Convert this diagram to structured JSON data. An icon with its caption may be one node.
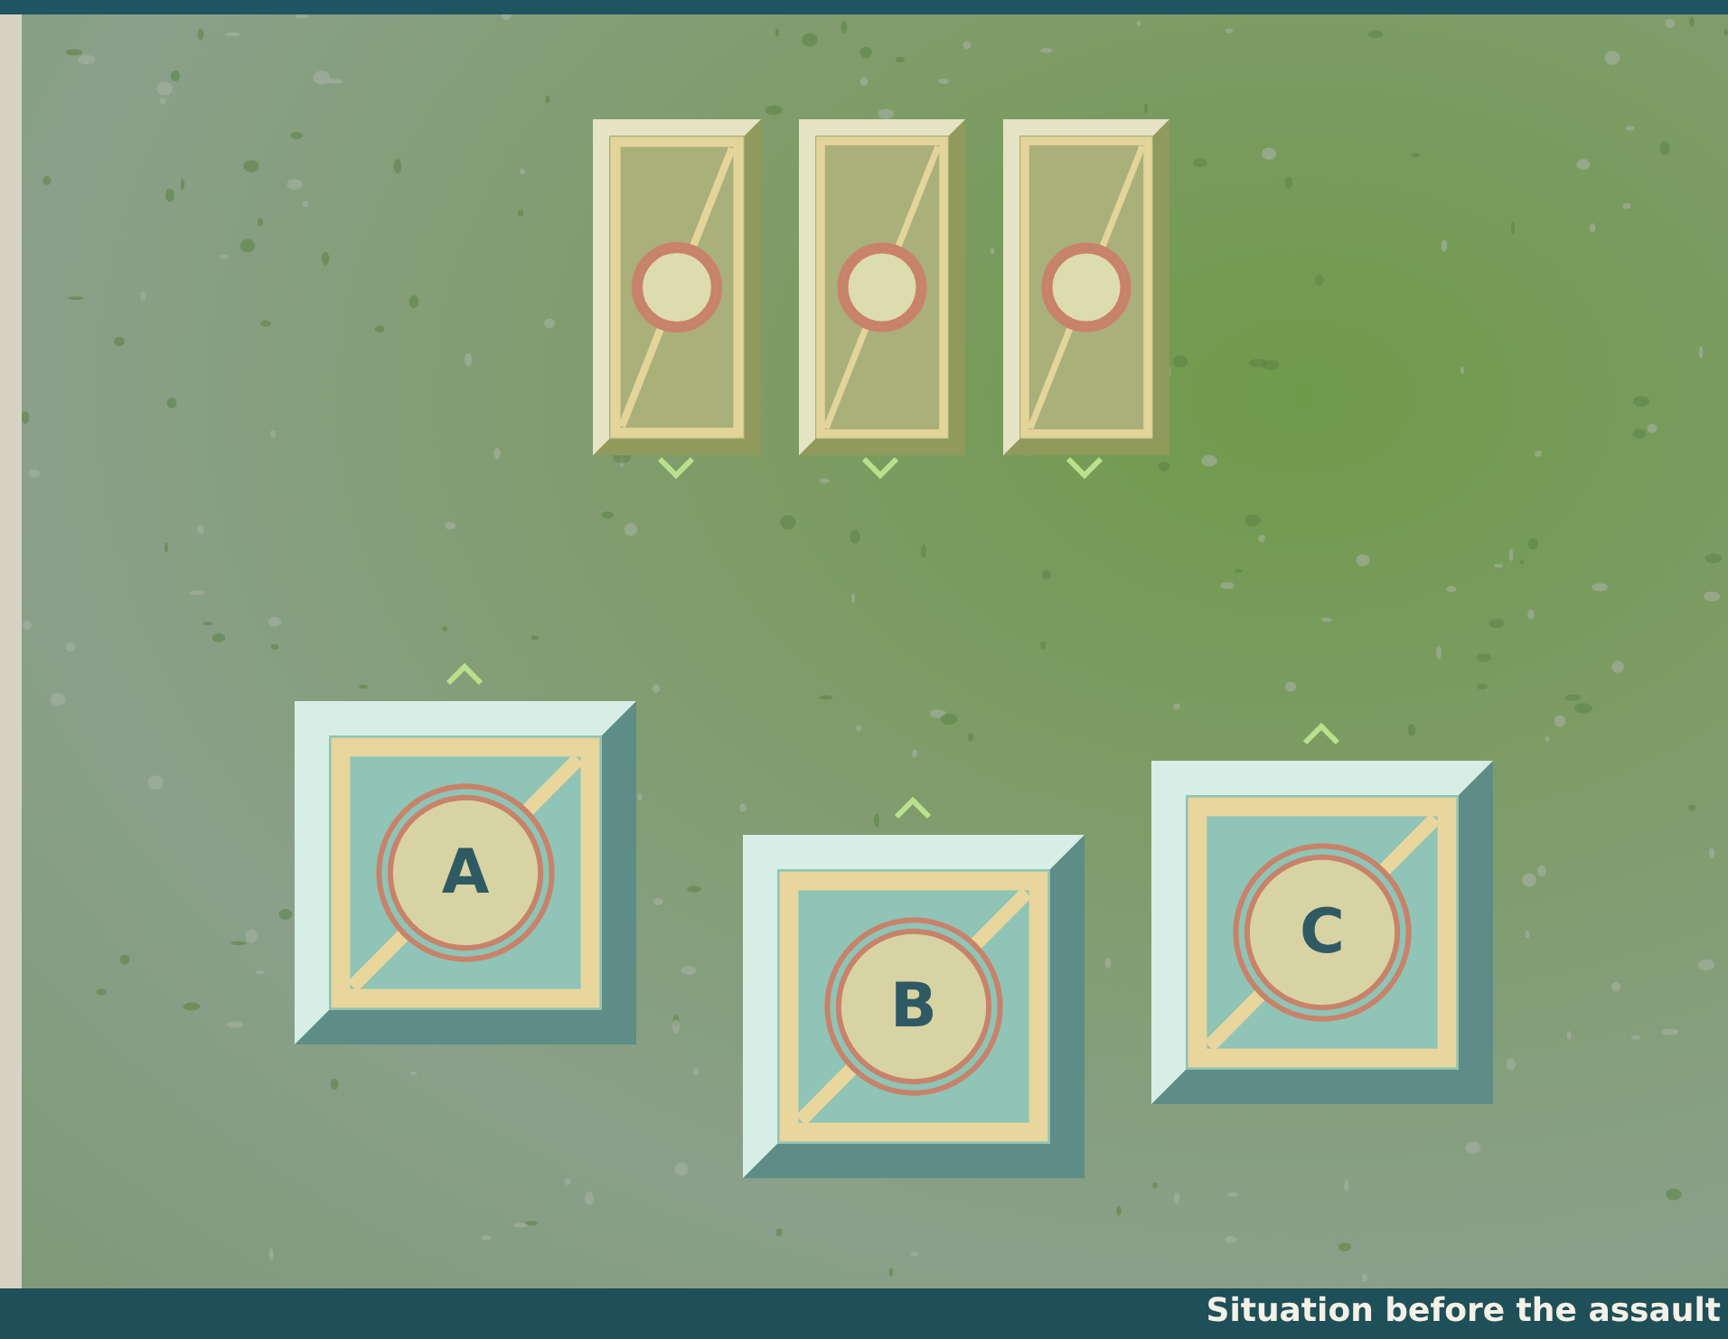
{
  "diagram": {
    "caption": "Situation before the assault",
    "nodes": [
      {
        "text": [],
        "shape": "box"
      },
      {
        "text": [],
        "shape": "box"
      },
      {
        "text": [],
        "shape": "box"
      },
      {
        "text": [
          "A"
        ]
      },
      {
        "text": [
          "B"
        ]
      },
      {
        "text": [
          "C"
        ]
      }
    ],
    "edges": []
  }
}
